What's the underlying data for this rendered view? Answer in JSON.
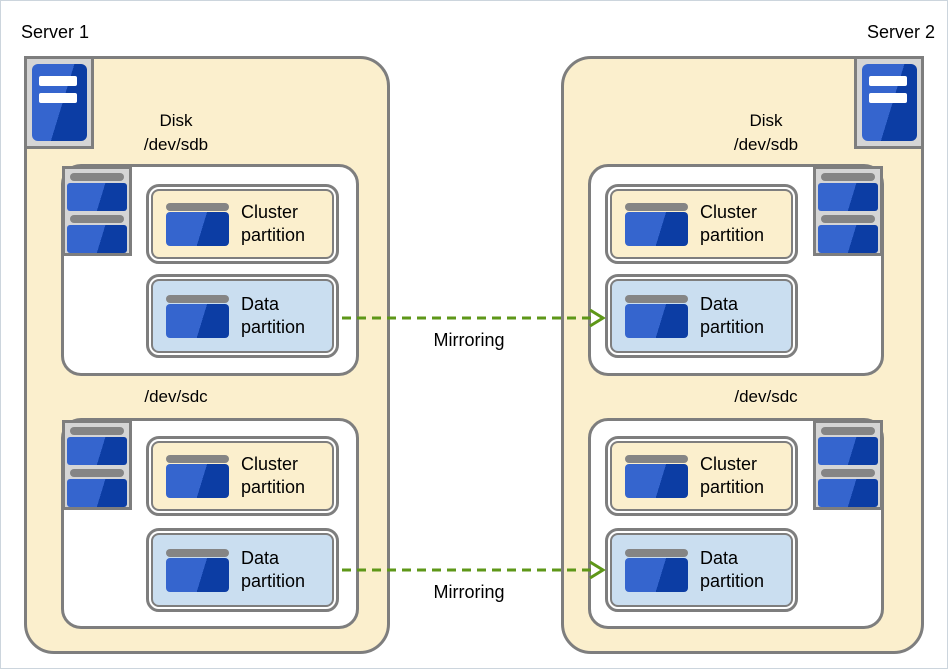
{
  "colors": {
    "server_fill": "#FBEFCD",
    "disk_container_fill": "#FFFFFF",
    "cluster_partition_fill": "#FBEFCD",
    "data_partition_fill": "#CADEF0",
    "border_gray": "#7E7E7E",
    "icon_box_fill": "#D5D5D5",
    "icon_blue_light": "#3565CE",
    "icon_blue_dark": "#0C3DA4",
    "icon_pill_gray": "#858585",
    "mirroring_green": "#5E9718"
  },
  "icons": {
    "server": "server-tower",
    "disk": "disk-stack",
    "partition": "disk-platter",
    "mirroring": "green-dashed-arrow-right"
  },
  "servers": [
    {
      "name": "Server 1",
      "side": "left",
      "disks": [
        {
          "label_lines": [
            "Disk",
            "/dev/sdb"
          ],
          "partitions": [
            {
              "kind": "cluster",
              "label_lines": [
                "Cluster",
                "partition"
              ]
            },
            {
              "kind": "data",
              "label_lines": [
                "Data",
                "partition"
              ]
            }
          ]
        },
        {
          "label_lines": [
            "/dev/sdc"
          ],
          "partitions": [
            {
              "kind": "cluster",
              "label_lines": [
                "Cluster",
                "partition"
              ]
            },
            {
              "kind": "data",
              "label_lines": [
                "Data",
                "partition"
              ]
            }
          ]
        }
      ]
    },
    {
      "name": "Server 2",
      "side": "right",
      "disks": [
        {
          "label_lines": [
            "Disk",
            "/dev/sdb"
          ],
          "partitions": [
            {
              "kind": "cluster",
              "label_lines": [
                "Cluster",
                "partition"
              ]
            },
            {
              "kind": "data",
              "label_lines": [
                "Data",
                "partition"
              ]
            }
          ]
        },
        {
          "label_lines": [
            "/dev/sdc"
          ],
          "partitions": [
            {
              "kind": "cluster",
              "label_lines": [
                "Cluster",
                "partition"
              ]
            },
            {
              "kind": "data",
              "label_lines": [
                "Data",
                "partition"
              ]
            }
          ]
        }
      ]
    }
  ],
  "mirroring_links": [
    {
      "label": "Mirroring",
      "from": "Server 1 /dev/sdb data partition",
      "to": "Server 2 /dev/sdb data partition"
    },
    {
      "label": "Mirroring",
      "from": "Server 1 /dev/sdc data partition",
      "to": "Server 2 /dev/sdc data partition"
    }
  ]
}
